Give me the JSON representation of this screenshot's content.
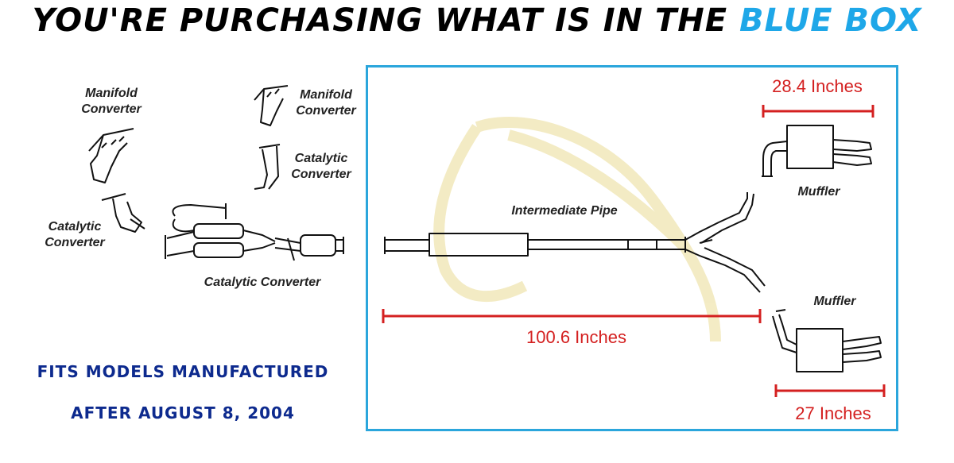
{
  "header": {
    "prefix": "YOU'RE PURCHASING WHAT IS IN THE",
    "highlight": "BLUE BOX",
    "highlight_color": "#1ea7e8"
  },
  "left": {
    "manifold_converter_a": [
      "Manifold",
      "Converter"
    ],
    "manifold_converter_b": [
      "Manifold",
      "Converter"
    ],
    "catalytic_converter_a": [
      "Catalytic",
      "Converter"
    ],
    "catalytic_converter_b": [
      "Catalytic",
      "Converter"
    ],
    "catalytic_converter_main": "Catalytic Converter"
  },
  "box": {
    "border_color": "#2ba6dc",
    "dim_color": "#d42020",
    "intermediate_pipe": "Intermediate Pipe",
    "muffler_top": "Muffler",
    "muffler_bottom": "Muffler",
    "dim_top": "28.4 Inches",
    "dim_overall": "100.6 Inches",
    "dim_bottom": "27 Inches"
  },
  "fits": {
    "line1": "FITS MODELS MANUFACTURED",
    "line2": "AFTER AUGUST 8, 2004",
    "color": "#0d2a8e"
  }
}
